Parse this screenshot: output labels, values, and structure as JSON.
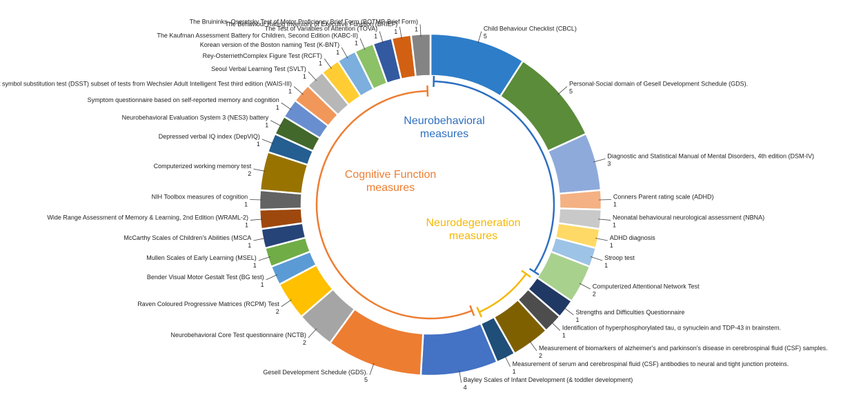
{
  "chart_data": {
    "type": "pie",
    "variant": "donut",
    "legend": "none",
    "groups": [
      {
        "label": "Neurobehavioral measures",
        "line1": "Neurobehavioral",
        "line2": "measures",
        "color": "#2e6fc0"
      },
      {
        "label": "Neurodegeneration measures",
        "line1": "Neurodegeneration",
        "line2": "measures",
        "color": "#f5b800"
      },
      {
        "label": "Cognitive Function measures",
        "line1": "Cognitive Function",
        "line2": "measures",
        "color": "#ed7d31"
      }
    ],
    "slices": [
      {
        "label": "Child Behaviour Checklist (CBCL)",
        "value": 5,
        "color": "#2e7dc8",
        "group": "Neurobehavioral"
      },
      {
        "label": "Personal-Social domain of Gesell Development Schedule (GDS).",
        "value": 5,
        "color": "#5b8c3a",
        "group": "Neurobehavioral"
      },
      {
        "label": "Diagnostic and Statistical Manual of Mental Disorders, 4th edition (DSM-IV)",
        "value": 3,
        "color": "#8eaadb",
        "group": "Neurobehavioral"
      },
      {
        "label": "Conners Parent rating scale (ADHD)",
        "value": 1,
        "color": "#f4b183",
        "group": "Neurobehavioral"
      },
      {
        "label": "Neonatal behavioural neurological assessment (NBNA)",
        "value": 1,
        "color": "#c9c9c9",
        "group": "Neurobehavioral"
      },
      {
        "label": "ADHD diagnosis",
        "value": 1,
        "color": "#ffd966",
        "group": "Neurobehavioral"
      },
      {
        "label": "Stroop test",
        "value": 1,
        "color": "#9dc3e6",
        "group": "Neurobehavioral"
      },
      {
        "label": "Computerized Attentional Network Test",
        "value": 2,
        "color": "#a9d18e",
        "group": "Neurobehavioral"
      },
      {
        "label": "Strengths and Difficulties Questionnaire",
        "value": 1,
        "color": "#203864",
        "group": "Neurodegeneration"
      },
      {
        "label": "Identification of hyperphosphorylated tau, α synuclein and TDP-43 in brainstem.",
        "value": 1,
        "color": "#4d4d4d",
        "group": "Neurodegeneration"
      },
      {
        "label": "Measurement of biomarkers of alzheimer's and parkinson's disease in cerebrospinal fluid (CSF) samples.",
        "value": 2,
        "color": "#7f6000",
        "group": "Neurodegeneration"
      },
      {
        "label": "Measurement of serum and cerebrospinal fluid (CSF) antibodies to neural and tight junction proteins.",
        "value": 1,
        "color": "#1f4e79",
        "group": "Neurodegeneration"
      },
      {
        "label": "Bayley Scales of Infant Development (& toddler development)",
        "value": 4,
        "color": "#4472c4",
        "group": "Cognitive Function"
      },
      {
        "label": "Gesell Development Schedule (GDS).",
        "value": 5,
        "color": "#ed7d31",
        "group": "Cognitive Function"
      },
      {
        "label": "Neurobehavioral Core Test questionnaire (NCTB)",
        "value": 2,
        "color": "#a5a5a5",
        "group": "Cognitive Function"
      },
      {
        "label": "Raven Coloured Progressive Matrices (RCPM) Test",
        "value": 2,
        "color": "#ffc000",
        "group": "Cognitive Function"
      },
      {
        "label": "Bender Visual Motor Gestalt Test (BG test)",
        "value": 1,
        "color": "#5b9bd5",
        "group": "Cognitive Function"
      },
      {
        "label": "Mullen Scales of Early Learning (MSEL)",
        "value": 1,
        "color": "#70ad47",
        "group": "Cognitive Function"
      },
      {
        "label": "McCarthy Scales of Children's Abilities (MSCA",
        "value": 1,
        "color": "#264478",
        "group": "Cognitive Function"
      },
      {
        "label": "Wide Range Assessment of Memory & Learning, 2nd Edition (WRAML-2)",
        "value": 1,
        "color": "#9e480e",
        "group": "Cognitive Function"
      },
      {
        "label": "NIH Toolbox measures of cognition",
        "value": 1,
        "color": "#636363",
        "group": "Cognitive Function"
      },
      {
        "label": "Computerized working memory test",
        "value": 2,
        "color": "#997300",
        "group": "Cognitive Function"
      },
      {
        "label": "Depressed verbal IQ index (DepVIQ)",
        "value": 1,
        "color": "#255e91",
        "group": "Cognitive Function"
      },
      {
        "label": "Neurobehavioral Evaluation System 3 (NES3) battery",
        "value": 1,
        "color": "#43682b",
        "group": "Cognitive Function"
      },
      {
        "label": "Symptom questionnaire based on self-reported memory and cognition",
        "value": 1,
        "color": "#698ed0",
        "group": "Cognitive Function"
      },
      {
        "label": "Digit symbol substitution test (DSST) subset of tests from Wechsler Adult Intelligent Test third edition (WAIS-III)",
        "value": 1,
        "color": "#f1975a",
        "group": "Cognitive Function"
      },
      {
        "label": "Seoul Verbal Learning Test (SVLT)",
        "value": 1,
        "color": "#b7b7b7",
        "group": "Cognitive Function"
      },
      {
        "label": "Rey-OsterriethComplex Figure Test (RCFT)",
        "value": 1,
        "color": "#ffcd33",
        "group": "Cognitive Function"
      },
      {
        "label": "Korean version of the Boston naming Test (K-BNT)",
        "value": 1,
        "color": "#7cafdd",
        "group": "Cognitive Function"
      },
      {
        "label": "The Kaufman Assessment Battery for Children, Second Edition (KABC-II)",
        "value": 1,
        "color": "#8cc168",
        "group": "Cognitive Function"
      },
      {
        "label": "The Test of Variables of Attention (TOVA)",
        "value": 1,
        "color": "#335aa1",
        "group": "Cognitive Function"
      },
      {
        "label": "The Behaviour Rating Inventory of Executive Function (BRIEF)",
        "value": 1,
        "color": "#d26012",
        "group": "Cognitive Function"
      },
      {
        "label": "The Bruininks–Oseretsky Test of Motor Proficiency Brief Form (BOTMP-Brief Form)",
        "value": 1,
        "color": "#848484",
        "group": "Cognitive Function"
      }
    ]
  }
}
